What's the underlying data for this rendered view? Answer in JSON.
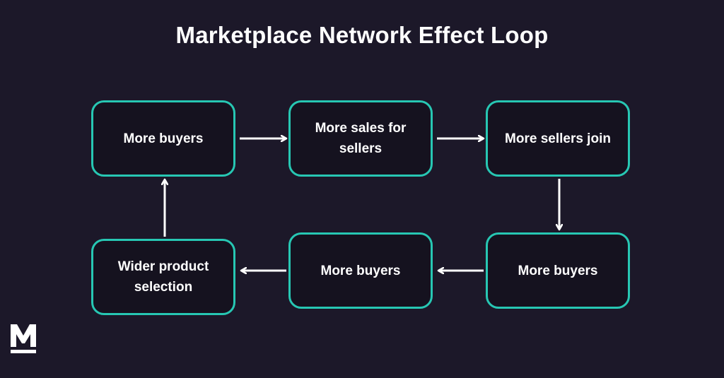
{
  "title": "Marketplace Network Effect Loop",
  "nodes": [
    {
      "id": "n1",
      "label": "More buyers"
    },
    {
      "id": "n2",
      "label": "More sales for sellers"
    },
    {
      "id": "n3",
      "label": "More sellers join"
    },
    {
      "id": "n4",
      "label": "More buyers"
    },
    {
      "id": "n5",
      "label": "More buyers"
    },
    {
      "id": "n6",
      "label": "Wider product selection"
    }
  ],
  "edges": [
    {
      "from": "n1",
      "to": "n2"
    },
    {
      "from": "n2",
      "to": "n3"
    },
    {
      "from": "n3",
      "to": "n4"
    },
    {
      "from": "n4",
      "to": "n5"
    },
    {
      "from": "n5",
      "to": "n6"
    },
    {
      "from": "n6",
      "to": "n1"
    }
  ],
  "logo": {
    "text": "M",
    "icon": "brand-m-logo"
  },
  "colors": {
    "background": "#1c1829",
    "node_border": "#27c7b3",
    "text": "#ffffff",
    "arrow": "#ffffff"
  }
}
